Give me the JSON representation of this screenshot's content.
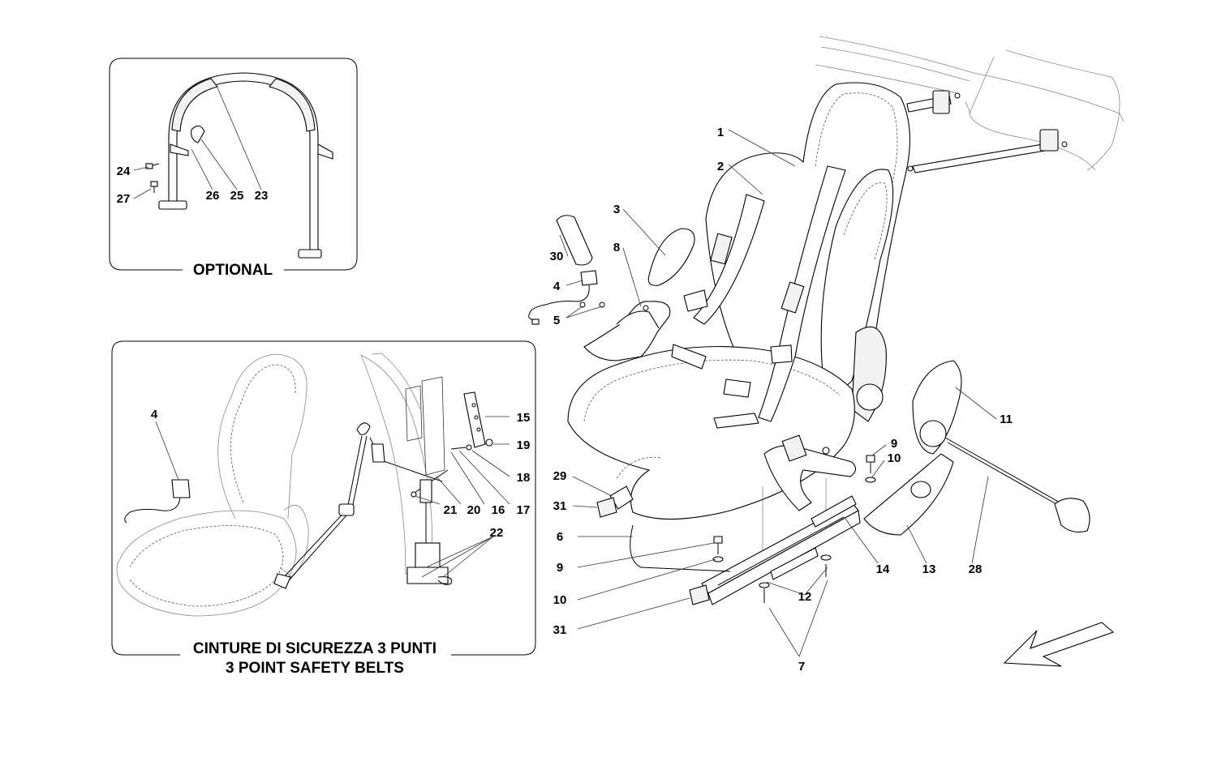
{
  "panels": {
    "optional": {
      "title": "OPTIONAL"
    },
    "three_point": {
      "title_line1": "CINTURE DI SICUREZZA 3 PUNTI",
      "title_line2": "3 POINT SAFETY BELTS"
    }
  },
  "callouts": {
    "optional": [
      "24",
      "27",
      "26",
      "25",
      "23"
    ],
    "three_point": [
      "4",
      "15",
      "19",
      "18",
      "17",
      "16",
      "20",
      "21",
      "22"
    ],
    "main": [
      "1",
      "2",
      "3",
      "30",
      "8",
      "4",
      "5",
      "11",
      "9",
      "10",
      "29",
      "31",
      "6",
      "9",
      "10",
      "31",
      "14",
      "13",
      "28",
      "12",
      "7"
    ]
  },
  "colors": {
    "line": "#000000",
    "background": "#ffffff"
  }
}
